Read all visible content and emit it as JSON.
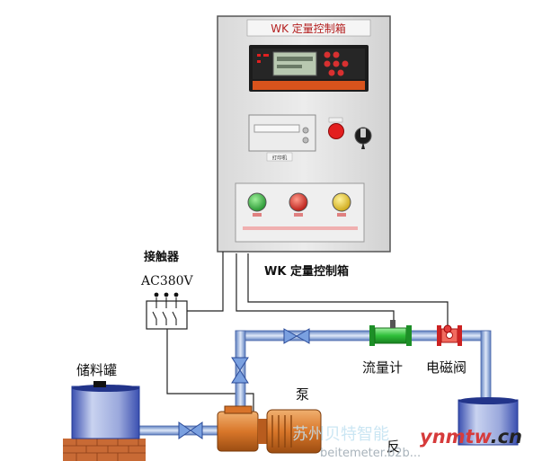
{
  "cabinet": {
    "title": "WK 定量控制箱",
    "printer_label": "打印机"
  },
  "labels": {
    "contactor": "接触器",
    "voltage": "AC380V",
    "control_box": "WK 定量控制箱",
    "flowmeter": "流量计",
    "solenoid_valve": "电磁阀",
    "pump": "泵",
    "storage_tank": "储料罐",
    "hidden_fragment": "反"
  },
  "watermarks": {
    "company_cn": "苏州贝特智能",
    "site_main": "ynmtw",
    "site_suffix": ".cn",
    "site_alt": "beitemeter.b2b..."
  },
  "colors": {
    "pipe": "#6f8fc8",
    "cabinet": "#e4e4e4",
    "wire": "#222222",
    "green_button": "#2fa83a",
    "red_button": "#d8231f",
    "yellow_button": "#e6c31a",
    "flowmeter": "#2fbf3a",
    "watermark": "#d63b3b"
  }
}
